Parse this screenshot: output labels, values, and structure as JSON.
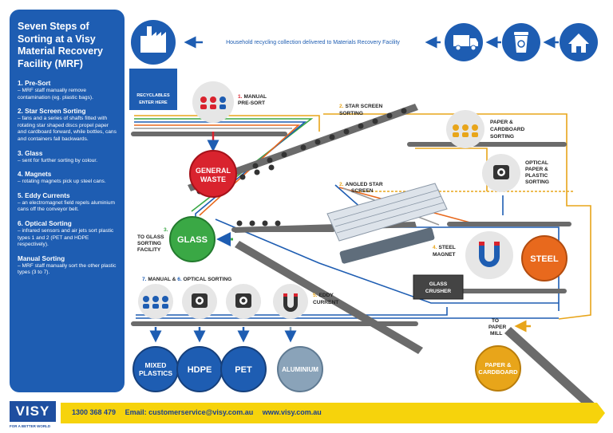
{
  "sidebar": {
    "title": "Seven Steps of Sorting at a Visy Material Recovery Facility (MRF)",
    "steps": [
      {
        "title": "1. Pre-Sort",
        "desc": "– MRF staff manually remove contamination (eg. plastic bags)."
      },
      {
        "title": "2. Star Screen Sorting",
        "desc": "– fans and a series of shafts fitted with rotating star shaped discs propel paper and cardboard forward, while bottles, cans and containers fall backwards."
      },
      {
        "title": "3. Glass",
        "desc": "– sent for further sorting by colour."
      },
      {
        "title": "4. Magnets",
        "desc": "– rotating magnets pick up steel cans."
      },
      {
        "title": "5. Eddy Currents",
        "desc": "– an electromagnet field repels aluminium cans off the conveyor belt."
      },
      {
        "title": "6. Optical Sorting",
        "desc": "– infrared sensors and air jets sort plastic types 1 and 2 (PET and HDPE respectively)."
      },
      {
        "title": "Manual Sorting",
        "desc": "– MRF staff manually sort the other plastic types (3 to 7)."
      }
    ]
  },
  "diagram": {
    "collection_caption": "Household recycling collection delivered to Materials Recovery Facility",
    "recyclables_line1": "RECYCLABLES",
    "recyclables_line2": "ENTER HERE",
    "manual_presort_num": "1.",
    "manual_presort_line1": "MANUAL",
    "manual_presort_line2": "PRE-SORT",
    "star_screen_num": "2.",
    "star_screen_line1": "STAR SCREEN",
    "star_screen_line2": "SORTING",
    "paper_sorting_line1": "PAPER &",
    "paper_sorting_line2": "CARDBOARD",
    "paper_sorting_line3": "SORTING",
    "optical_paper_line1": "OPTICAL",
    "optical_paper_line2": "PAPER &",
    "optical_paper_line3": "PLASTIC",
    "optical_paper_line4": "SORTING",
    "general_waste_line1": "GENERAL",
    "general_waste_line2": "WASTE",
    "angled_num": "2.",
    "angled_line1": "ANGLED STAR",
    "angled_line2": "SCREEN",
    "glass_num": "3.",
    "glass_facility_line1": "TO GLASS",
    "glass_facility_line2": "SORTING",
    "glass_facility_line3": "FACILITY",
    "glass_label": "GLASS",
    "steel_magnet_num": "4.",
    "steel_magnet_line1": "STEEL",
    "steel_magnet_line2": "MAGNET",
    "steel_label": "STEEL",
    "glass_crusher_line1": "GLASS",
    "glass_crusher_line2": "CRUSHER",
    "manual_optical_num1": "7.",
    "manual_optical_mid": " MANUAL & ",
    "manual_optical_num2": "6.",
    "manual_optical_end": " OPTICAL SORTING",
    "eddy_num": "5.",
    "eddy_line1": "EDDY",
    "eddy_line2": "CURRENT",
    "paper_mill_line1": "TO",
    "paper_mill_line2": "PAPER",
    "paper_mill_line3": "MILL",
    "mixed_plastics_line1": "MIXED",
    "mixed_plastics_line2": "PLASTICS",
    "hdpe_label": "HDPE",
    "pet_label": "PET",
    "aluminium_label": "ALUMINIUM",
    "paper_cardboard_line1": "PAPER &",
    "paper_cardboard_line2": "CARDBOARD"
  },
  "footer": {
    "logo": "VISY",
    "tagline": "FOR A BETTER WORLD",
    "phone": "1300 368 479",
    "email": "Email: customerservice@visy.com.au",
    "website": "www.visy.com.au"
  },
  "colors": {
    "blue": "#1e5db2",
    "red": "#d9232e",
    "green": "#3aa845",
    "orange": "#e8691d",
    "gold": "#e8a51a",
    "grey": "#5a5a5a",
    "yellow": "#f6d30c"
  },
  "icons": [
    "factory-icon",
    "truck-icon",
    "recycle-bin-icon",
    "house-icon",
    "workers-icon",
    "camera-sensor-icon",
    "magnet-icon",
    "arrow-left-icon"
  ]
}
